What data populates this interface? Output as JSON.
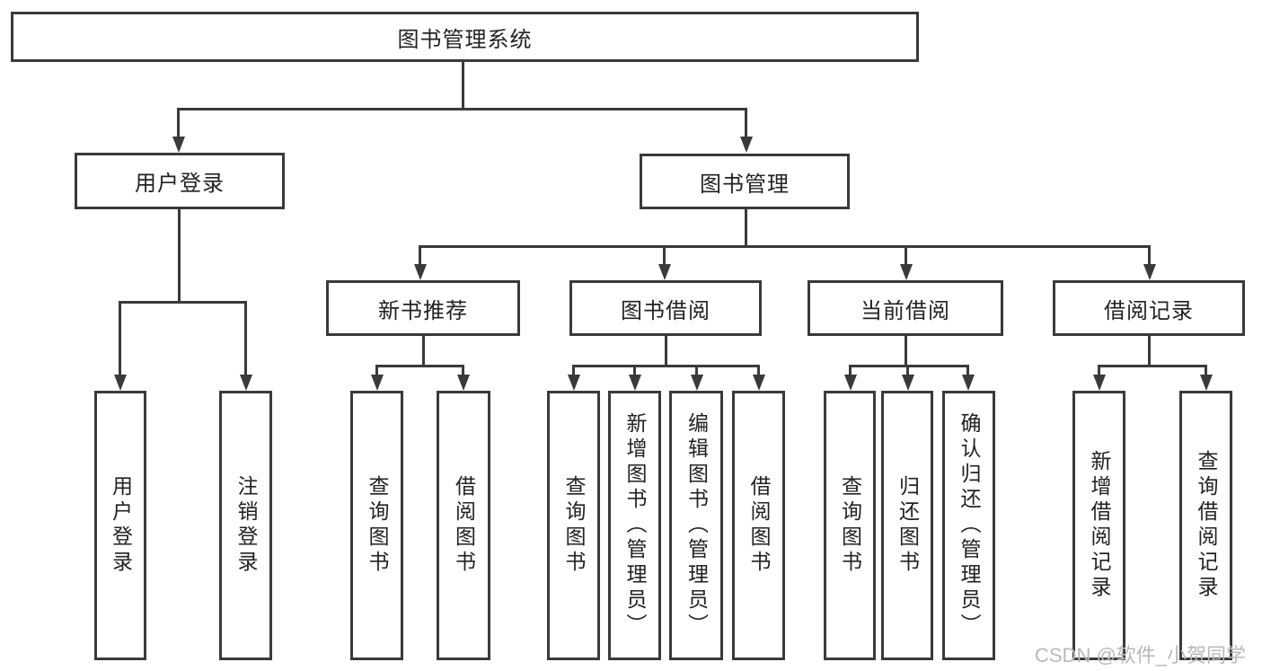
{
  "colors": {
    "background": "#ffffff",
    "line": "#3a3a3a",
    "text": "#222222",
    "watermark_text": "#b9b9b9"
  },
  "diagram": {
    "root": {
      "label": "图书管理系统"
    },
    "level2": {
      "user_login": {
        "label": "用户登录"
      },
      "book_management": {
        "label": "图书管理"
      }
    },
    "level3": {
      "new_book_recommend": {
        "label": "新书推荐"
      },
      "book_borrow": {
        "label": "图书借阅"
      },
      "current_borrow": {
        "label": "当前借阅"
      },
      "borrow_records": {
        "label": "借阅记录"
      }
    },
    "leaves": {
      "login": {
        "label": "用户登录"
      },
      "logout": {
        "label": "注销登录"
      },
      "nbr_query": {
        "label": "查询图书"
      },
      "nbr_borrow": {
        "label": "借阅图书"
      },
      "bb_query": {
        "label": "查询图书"
      },
      "bb_add": {
        "label": "新增图书（管理员）"
      },
      "bb_edit": {
        "label": "编辑图书（管理员）"
      },
      "bb_borrow": {
        "label": "借阅图书"
      },
      "cb_query": {
        "label": "查询图书"
      },
      "cb_return": {
        "label": "归还图书"
      },
      "cb_confirm": {
        "label": "确认归还（管理员）"
      },
      "br_add": {
        "label": "新增借阅记录"
      },
      "br_query": {
        "label": "查询借阅记录"
      }
    }
  },
  "watermark": "CSDN @软件_小贺同学"
}
